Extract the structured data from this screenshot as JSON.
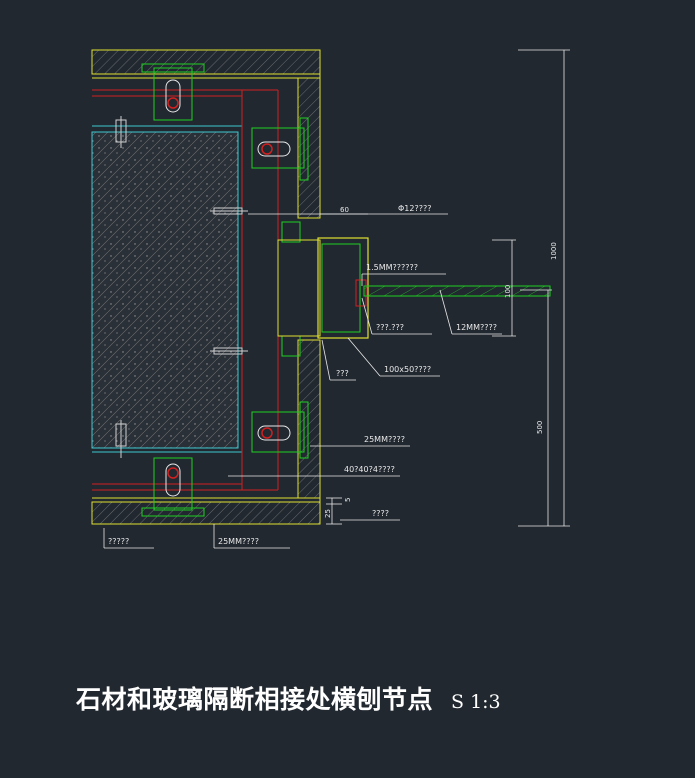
{
  "title": "石材和玻璃隔断相接处横刨节点",
  "scale": "S 1:3",
  "labels": {
    "rebar": "Φ12????",
    "dim_60": "60",
    "plate": "1.5MM??????",
    "seal": "???.???",
    "glass": "12MM????",
    "tube": "100x50????",
    "keel": "???",
    "stone": "25MM????",
    "angle": "40?40?4????",
    "bottom_left": "?????",
    "bottom_stone": "25MM????",
    "bottom_right": "????",
    "dim_1000": "1000",
    "dim_500": "500",
    "dim_100": "100",
    "dim_5": "5",
    "dim_25": "25"
  },
  "colors": {
    "background": "#212830",
    "yellow": "#e0e030",
    "green": "#20d020",
    "red": "#d02020",
    "cyan": "#40c8d0",
    "white": "#e8e8e8"
  }
}
